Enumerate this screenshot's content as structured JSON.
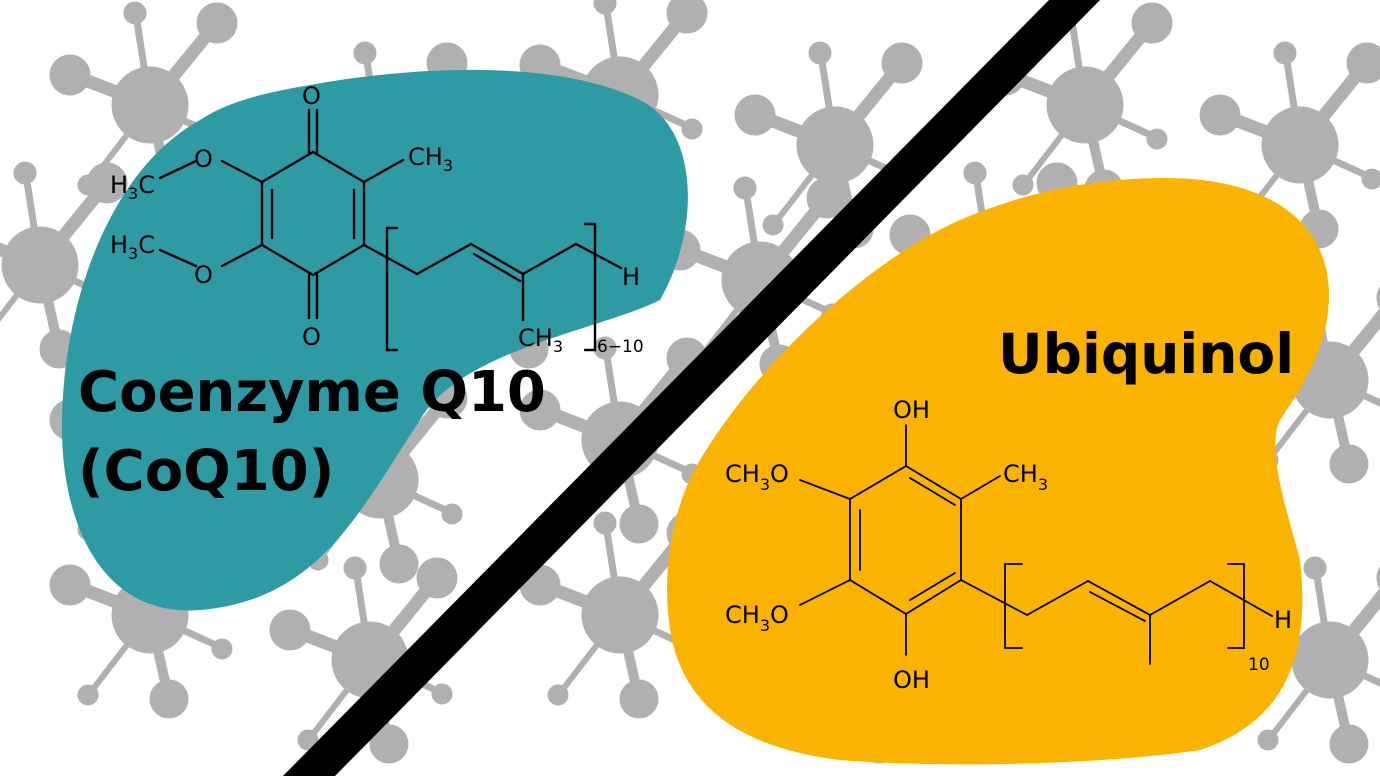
{
  "colors": {
    "background": "#ffffff",
    "molecule_pattern": "#b0b0b0",
    "coq10_blob": "#2e9aa3",
    "ubiquinol_blob": "#f9b300",
    "divider": "#000000",
    "text": "#000000"
  },
  "left_panel": {
    "title_line1": "Coenzyme Q10",
    "title_line2": "(CoQ10)",
    "structure": {
      "top_oxygen": "O",
      "bottom_oxygen": "O",
      "methoxy_top_o": "O",
      "methoxy_bottom_o": "O",
      "methyl_top_label": "H",
      "methyl_top_sub": "3",
      "methyl_top_c": "C",
      "methyl_bottom_label": "H",
      "methyl_bottom_sub": "3",
      "methyl_bottom_c": "C",
      "ring_methyl": "CH",
      "ring_methyl_sub": "3",
      "chain_methyl": "CH",
      "chain_methyl_sub": "3",
      "chain_end": "H",
      "repeat_count": "6−10"
    }
  },
  "right_panel": {
    "title": "Ubiquinol",
    "structure": {
      "top_hydroxyl": "OH",
      "bottom_hydroxyl": "OH",
      "methoxy_top": "CH",
      "methoxy_top_sub": "3",
      "methoxy_top_o": "O",
      "methoxy_bottom": "CH",
      "methoxy_bottom_sub": "3",
      "methoxy_bottom_o": "O",
      "ring_methyl": "CH",
      "ring_methyl_sub": "3",
      "chain_end": "H",
      "repeat_count": "10"
    }
  }
}
